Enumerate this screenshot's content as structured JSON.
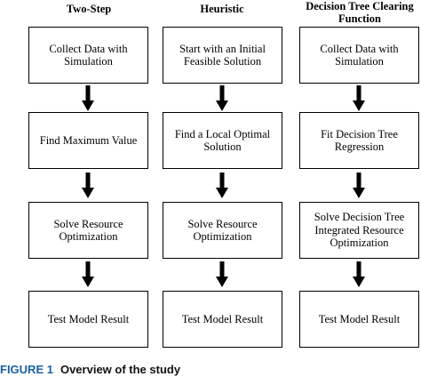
{
  "columns": [
    {
      "title": "Two-Step",
      "steps": [
        "Collect Data with Simulation",
        "Find Maximum Value",
        "Solve Resource Optimization",
        "Test Model Result"
      ]
    },
    {
      "title": "Heuristic",
      "steps": [
        "Start with an Initial Feasible Solution",
        "Find a Local Optimal Solution",
        "Solve Resource Optimization",
        "Test Model Result"
      ]
    },
    {
      "title": "Decision Tree Clearing Function",
      "steps": [
        "Collect Data with Simulation",
        "Fit Decision Tree Regression",
        "Solve Decision Tree Integrated Resource Optimization",
        "Test Model Result"
      ]
    }
  ],
  "caption": {
    "label": "FIGURE 1",
    "text": "Overview of the study"
  },
  "colors": {
    "line": "#000000",
    "caption_label": "#1a5fa3"
  }
}
